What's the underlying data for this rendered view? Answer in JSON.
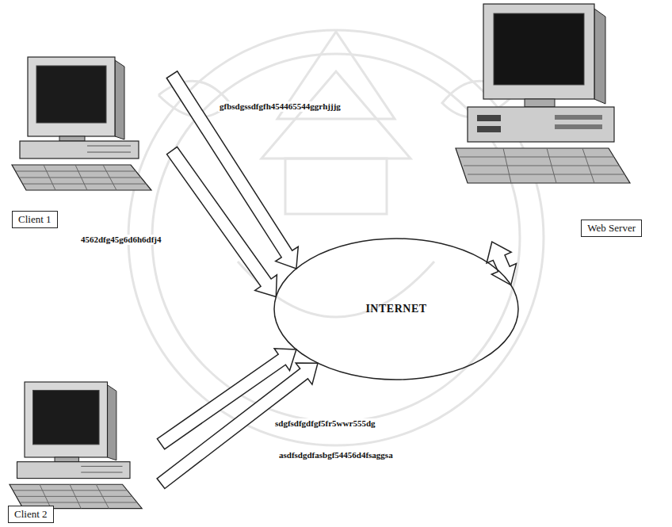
{
  "diagram": {
    "nodes": [
      {
        "text": [
          "Client 1"
        ]
      },
      {
        "text": [
          "Web Server"
        ]
      },
      {
        "text": [
          "INTERNET"
        ]
      },
      {
        "text": [
          "Client 2"
        ]
      }
    ],
    "edges": [
      {
        "from": 0,
        "to": 2,
        "arrow": "to",
        "label": "gfbsdgssdfgfh454465544ggrhjjjg"
      },
      {
        "from": 0,
        "to": 2,
        "arrow": "to",
        "label": "4562dfg45g6d6h6dfj4"
      },
      {
        "from": 1,
        "to": 2,
        "arrow": "both"
      },
      {
        "from": 3,
        "to": 2,
        "arrow": "to",
        "label": "sdgfsdfgdfgf5fr5wwr555dg"
      },
      {
        "from": 3,
        "to": 2,
        "arrow": "to",
        "label": "asdfsdgdfasbgf54456d4fsaggsa"
      }
    ]
  }
}
